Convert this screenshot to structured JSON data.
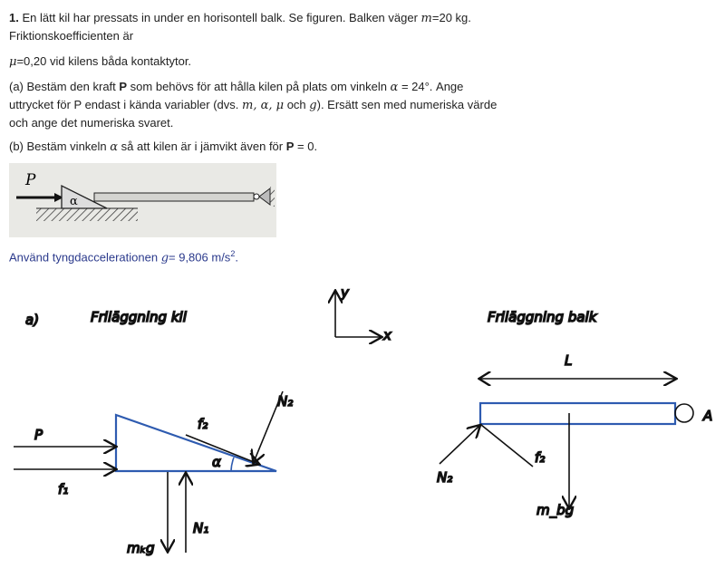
{
  "problem": {
    "number": "1.",
    "line1": " En lätt kil har pressats in under en horisontell balk. Se figuren. Balken väger ",
    "m_sym": "m",
    "m_val": "=20 kg.",
    "line2": "Friktionskoefficienten är",
    "mu_sym": "μ",
    "mu_line": "=0,20 vid kilens båda kontaktytor.",
    "a1": "(a) Bestäm den kraft ",
    "P": "P",
    "a2": " som behövs för att hålla kilen på plats om vinkeln ",
    "alpha": "α",
    "a3": " = 24°. Ange",
    "a4": "uttrycket för P endast i kända variabler (dvs. ",
    "vars": "m, α, μ",
    "och": " och ",
    "gsym": "g",
    "a5": "). Ersätt sen med numeriska värde",
    "a6": "och ange det numeriska svaret.",
    "b1": "(b) Bestäm vinkeln ",
    "b2": " så att kilen är i jämvikt även för ",
    "b3": " = 0.",
    "g_line": "Använd tyngdaccelerationen ",
    "g_val": "= 9,806 m/s",
    "g_exp": "2",
    "g_end": "."
  },
  "figure": {
    "P": "P",
    "alpha": "α"
  },
  "notes": {
    "part": "a)",
    "title_kil": "Friläggning kil",
    "title_balk": "Friläggning balk",
    "axis_x": "x",
    "axis_y": "y",
    "P": "P",
    "f1": "f₁",
    "f2": "f₂",
    "N2": "N₂",
    "alpha": "α",
    "mkg": "mₖg",
    "N1": "N₁",
    "L": "L",
    "A": "A",
    "N2b": "N₂",
    "f2b": "f₂",
    "mbg": "m_bg"
  },
  "colors": {
    "blue": "#2e5bb0",
    "navy": "#2b3a8c"
  }
}
